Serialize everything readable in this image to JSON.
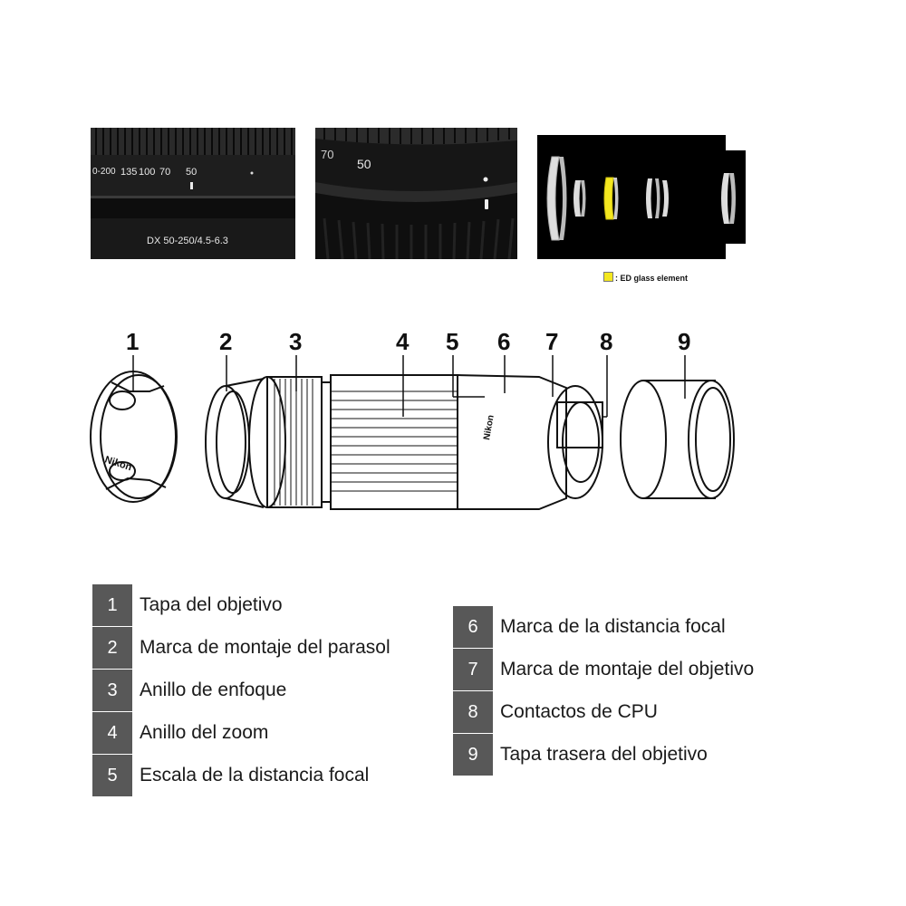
{
  "photos": {
    "zoom_ring": {
      "scale_labels": [
        "0-200",
        "135",
        "100",
        "70",
        "50"
      ],
      "model_label": "DX 50-250/4.5-6.3"
    },
    "focal_mark": {
      "scale_labels": [
        "70",
        "50"
      ]
    },
    "optics": {
      "legend_label": ": ED glass element",
      "ed_color": "#f4e71f"
    }
  },
  "diagram": {
    "brand_label": "Nikon",
    "callouts": [
      "1",
      "2",
      "3",
      "4",
      "5",
      "6",
      "7",
      "8",
      "9"
    ]
  },
  "parts_left": [
    {
      "num": "1",
      "label": "Tapa del objetivo"
    },
    {
      "num": "2",
      "label": "Marca de montaje del parasol"
    },
    {
      "num": "3",
      "label": "Anillo de enfoque"
    },
    {
      "num": "4",
      "label": "Anillo del zoom"
    },
    {
      "num": "5",
      "label": "Escala de la distancia focal"
    }
  ],
  "parts_right": [
    {
      "num": "6",
      "label": "Marca de la distancia focal"
    },
    {
      "num": "7",
      "label": "Marca de montaje del objetivo"
    },
    {
      "num": "8",
      "label": "Contactos de CPU"
    },
    {
      "num": "9",
      "label": "Tapa trasera del objetivo"
    }
  ],
  "colors": {
    "num_cell": "#585858",
    "ed_glass": "#f4e71f"
  }
}
